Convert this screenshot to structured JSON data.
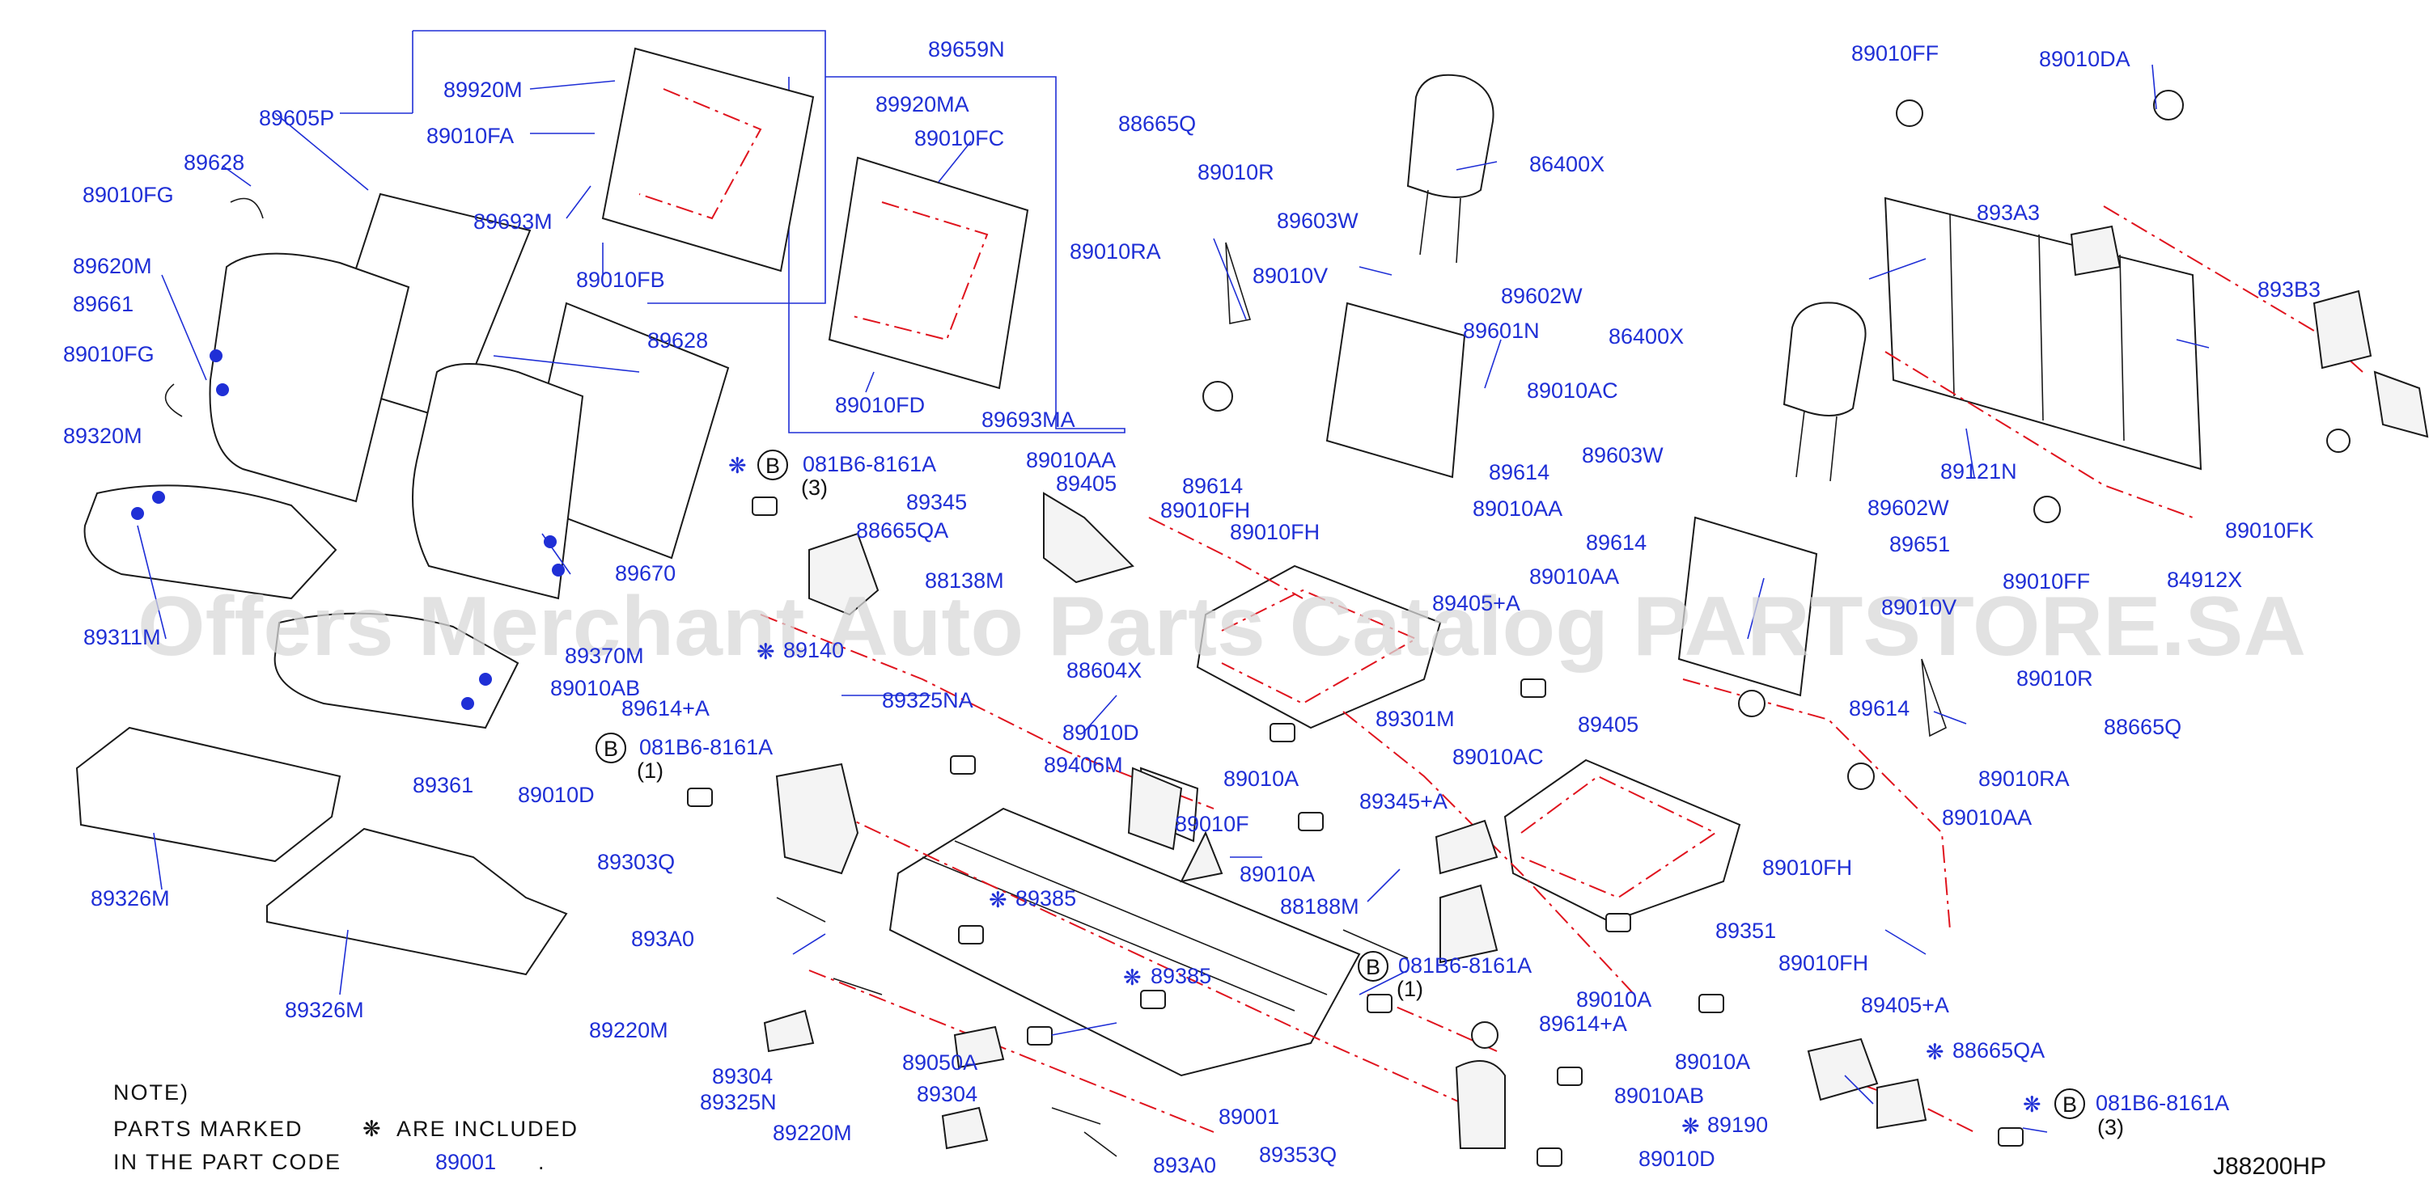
{
  "labels": {
    "l89920M": "89920M",
    "l89010FA": "89010FA",
    "l89693M": "89693M",
    "l89010FB": "89010FB",
    "l89605P": "89605P",
    "l89628a": "89628",
    "l89010FGa": "89010FG",
    "l89620M": "89620M",
    "l89661": "89661",
    "l89010FGb": "89010FG",
    "l89320M": "89320M",
    "l89311M": "89311M",
    "l89628b": "89628",
    "l89670": "89670",
    "l89370M": "89370M",
    "l89010AB_l": "89010AB",
    "l89614A_l": "89614+A",
    "l89361": "89361",
    "l89326Ma": "89326M",
    "l89326Mb": "89326M",
    "l89659N": "89659N",
    "l89920MA": "89920MA",
    "l89010FC": "89010FC",
    "l89010FD": "89010FD",
    "l89693MA": "89693MA",
    "l081B6a": "081B6-8161A",
    "l081B6a_q": "(3)",
    "l89345": "89345",
    "l88665QA": "88665QA",
    "l89140": "89140",
    "l081B6b": "081B6-8161A",
    "l081B6b_q": "(1)",
    "l89010D_l": "89010D",
    "l89303Q": "89303Q",
    "l893A0_l": "893A0",
    "l89220M_l": "89220M",
    "l89304_l": "89304",
    "l89325N": "89325N",
    "l88138M": "88138M",
    "l88604X": "88604X",
    "l89325NA": "89325NA",
    "l89010AA_c": "89010AA",
    "l89405_c": "89405",
    "l89010D_c": "89010D",
    "l89406M": "89406M",
    "l89010A_c1": "89010A",
    "l89010F": "89010F",
    "l89010A_c2": "89010A",
    "l89385a": "89385",
    "l89385b": "89385",
    "l89050A": "89050A",
    "l89304_c": "89304",
    "l89220M_c": "89220M",
    "l89001": "89001",
    "l893A0_c": "893A0",
    "l89353Q": "89353Q",
    "l88665Q_t": "88665Q",
    "l89010R_t": "89010R",
    "l89603W_t": "89603W",
    "l89010RA_t": "89010RA",
    "l89010V_t": "89010V",
    "l86400X_t": "86400X",
    "l89602W_t": "89602W",
    "l89601N": "89601N",
    "l89010AC_t": "89010AC",
    "l89614_c1": "89614",
    "l89010FH_c1": "89010FH",
    "l89614_c2": "89614",
    "l89010FH_c2": "89010FH",
    "l89010AA_c2": "89010AA",
    "l89405A_c": "89405+A",
    "l89301M": "89301M",
    "l89345A": "89345+A",
    "l88188M": "88188M",
    "l081B6c": "081B6-8161A",
    "l081B6c_q": "(1)",
    "l89614A_c": "89614+A",
    "l89010AB_c": "89010AB",
    "l89190": "89190",
    "l89010D_b": "89010D",
    "l86400X_r": "86400X",
    "l89603W_r": "89603W",
    "l89602W_r": "89602W",
    "l89614_r": "89614",
    "l89651": "89651",
    "l89010AA_r": "89010AA",
    "l89010V_r": "89010V",
    "l89010R_r": "89010R",
    "l89614_r2": "89614",
    "l88665Q_r": "88665Q",
    "l89405_r": "89405",
    "l89010AC_r": "89010AC",
    "l89010RA_r": "89010RA",
    "l89010AA_r2": "89010AA",
    "l89010FH_r": "89010FH",
    "l89351": "89351",
    "l89010A_r": "89010A",
    "l89010FH_r2": "89010FH",
    "l89405A_r": "89405+A",
    "l89010A_r2": "89010A",
    "l89010FF_t": "89010FF",
    "l89010DA": "89010DA",
    "l893A3": "893A3",
    "l893B3": "893B3",
    "l89121N": "89121N",
    "l89010FF_b": "89010FF",
    "l89010FK": "89010FK",
    "l84912X": "84912X",
    "l88665QA_r": "88665QA",
    "l081B6d": "081B6-8161A",
    "l081B6d_q": "(3)"
  },
  "notes": {
    "line1": "NOTE)",
    "line2a": "PARTS  MARKED",
    "line2b": "ARE  INCLUDED",
    "line3a": "IN  THE  PART  CODE",
    "line3b": "89001",
    "line3c": "."
  },
  "symbols": {
    "b_letter": "B",
    "star": "❋"
  },
  "watermark": "Offers Merchant Auto Parts Catalog PARTSTORE.SA",
  "diagram_code": "J88200HP",
  "colors": {
    "label": "#1f2fd6",
    "line": "#1a1a1a",
    "dashed": "#e0141e",
    "watermark": "#d8d8d8"
  }
}
